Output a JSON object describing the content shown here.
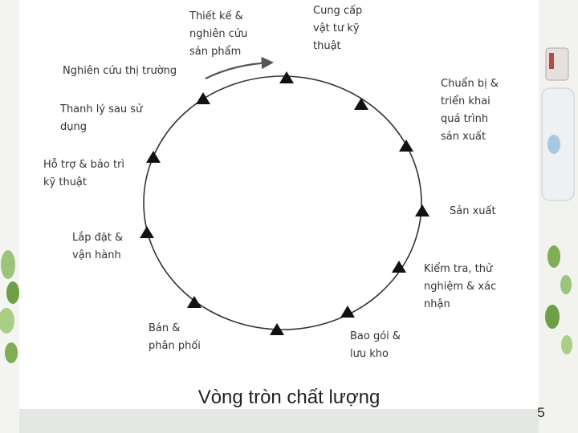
{
  "slide": {
    "caption": "Vòng tròn chất lượng",
    "page_number": "5"
  },
  "cycle": {
    "labels": {
      "design": "Thiết kế &\nnghiên cứu\nsản phẩm",
      "procurement": "Cung cấp\nvật tư kỹ\nthuật",
      "market_research": "Nghiên cứu thị trường",
      "process_planning": "Chuẩn bị &\ntriển khai\nquá trình\nsản xuất",
      "disposal": "Thanh lý sau sử\ndụng",
      "support": "Hỗ trợ & bảo trì\nkỹ thuật",
      "production": "Sản xuất",
      "installation": "Lắp đặt &\nvận hành",
      "inspection": "Kiểm tra, thử\nnghiệm & xác\nnhận",
      "sales": "Bán &\nphân phối",
      "packaging": "Bao gói &\nlưu kho"
    }
  },
  "colors": {
    "circle": "#333333",
    "marker": "#111111",
    "arrow": "#555555",
    "band": "#dde6dd",
    "leaf": "#6e9e46"
  }
}
